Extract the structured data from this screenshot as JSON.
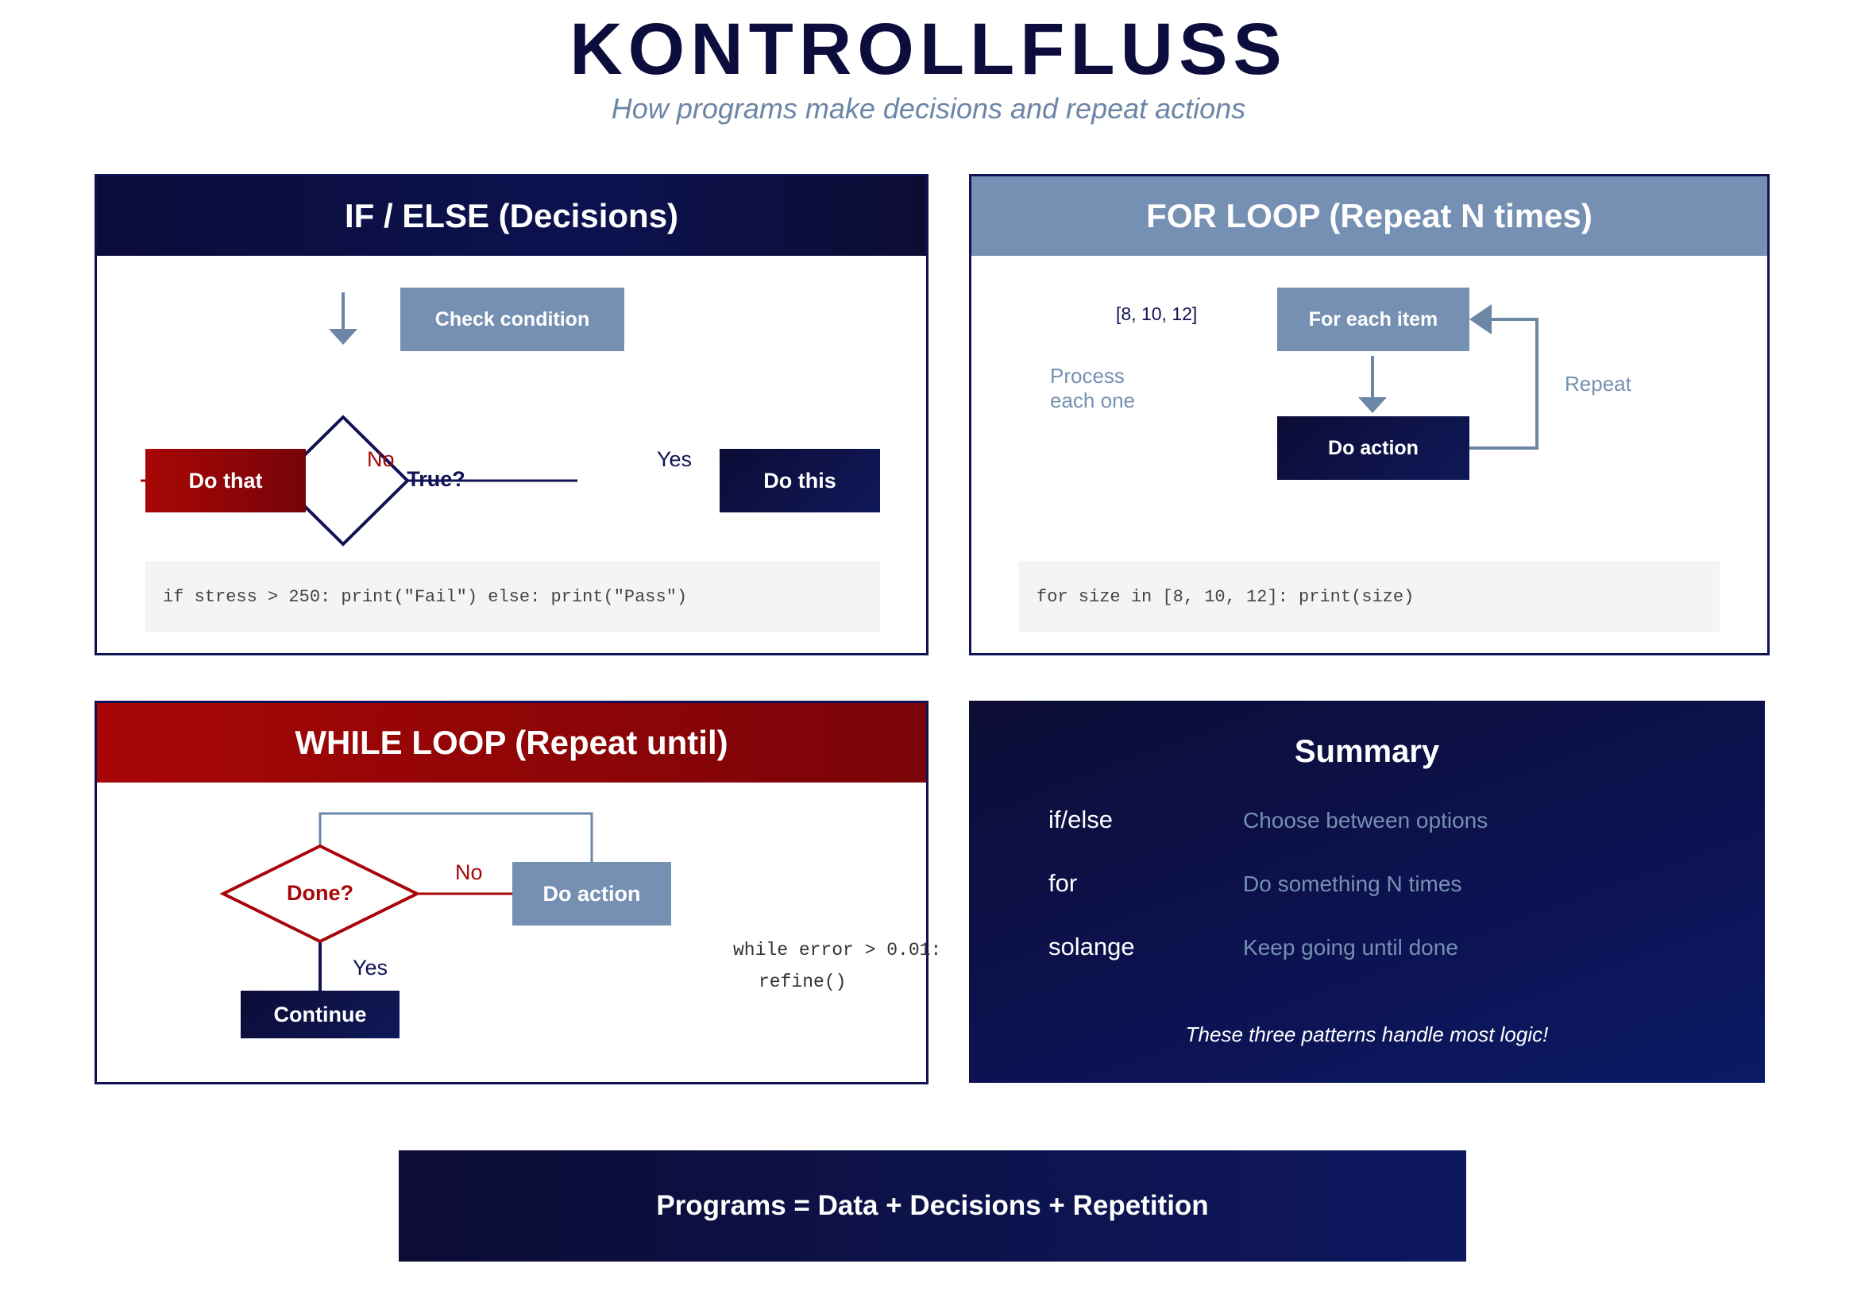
{
  "header": {
    "title": "KONTROLLFLUSS",
    "subtitle": "How programs make decisions and repeat actions"
  },
  "if_else": {
    "title": "IF / ELSE (Decisions)",
    "check_condition": "Check condition",
    "decision": "True?",
    "no_label": "No",
    "yes_label": "Yes",
    "do_that": "Do that",
    "do_this": "Do this",
    "code": "if stress > 250: print(\"Fail\") else: print(\"Pass\")"
  },
  "for_loop": {
    "title": "FOR LOOP (Repeat N times)",
    "list": "[8, 10, 12]",
    "process_line1": "Process",
    "process_line2": "each one",
    "for_each": "For each item",
    "do_action": "Do action",
    "repeat_label": "Repeat",
    "code": "for size in [8, 10, 12]: print(size)"
  },
  "while_loop": {
    "title": "WHILE LOOP (Repeat until)",
    "decision": "Done?",
    "no_label": "No",
    "yes_label": "Yes",
    "do_action": "Do action",
    "continue": "Continue",
    "code_line1": "while error > 0.01:",
    "code_line2": "refine()"
  },
  "summary": {
    "title": "Summary",
    "rows": [
      {
        "keyword": "if/else",
        "desc": "Choose between options"
      },
      {
        "keyword": "for",
        "desc": "Do something N times"
      },
      {
        "keyword": "solange",
        "desc": "Keep going until done"
      }
    ],
    "note": "These three patterns handle most logic!"
  },
  "footer": "Programs = Data + Decisions + Repetition",
  "colors": {
    "navy": "#0d0d3d",
    "steel": "#7590b2",
    "red": "#a80606"
  }
}
